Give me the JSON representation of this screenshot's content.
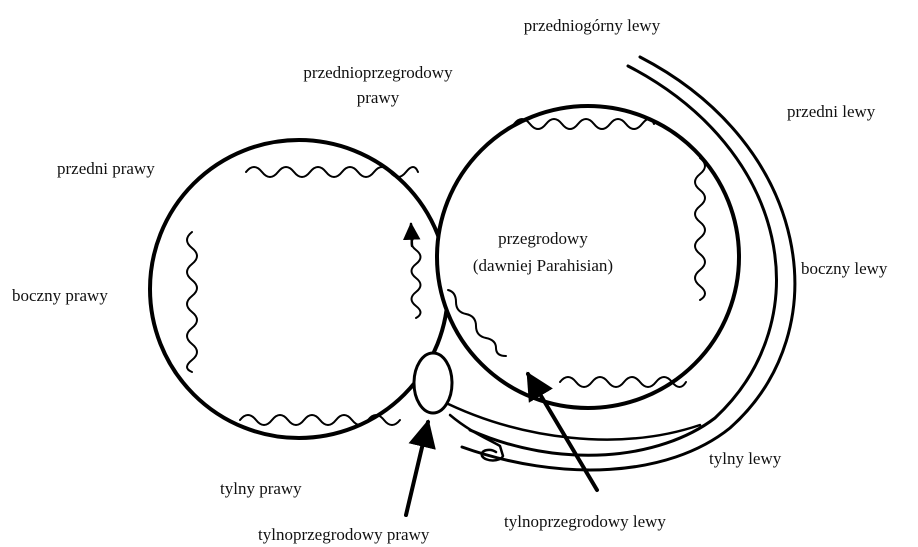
{
  "labels": {
    "anterior_superior_left": "przedniogórny lewy",
    "anteroseptal_right_line1": "przednioprzegrodowy",
    "anteroseptal_right_line2": "prawy",
    "anterior_left": "przedni lewy",
    "anterior_right": "przedni prawy",
    "septal_line1": "przegrodowy",
    "septal_line2": "(dawniej Parahisian)",
    "lateral_right": "boczny prawy",
    "lateral_left": "boczny lewy",
    "posterior_left": "tylny lewy",
    "posterior_right": "tylny prawy",
    "posteroseptal_right": "tylnoprzegrodowy prawy",
    "posteroseptal_left": "tylnoprzegrodowy lewy"
  },
  "colors": {
    "stroke": "#000000",
    "text": "#111111",
    "background": "#ffffff"
  }
}
